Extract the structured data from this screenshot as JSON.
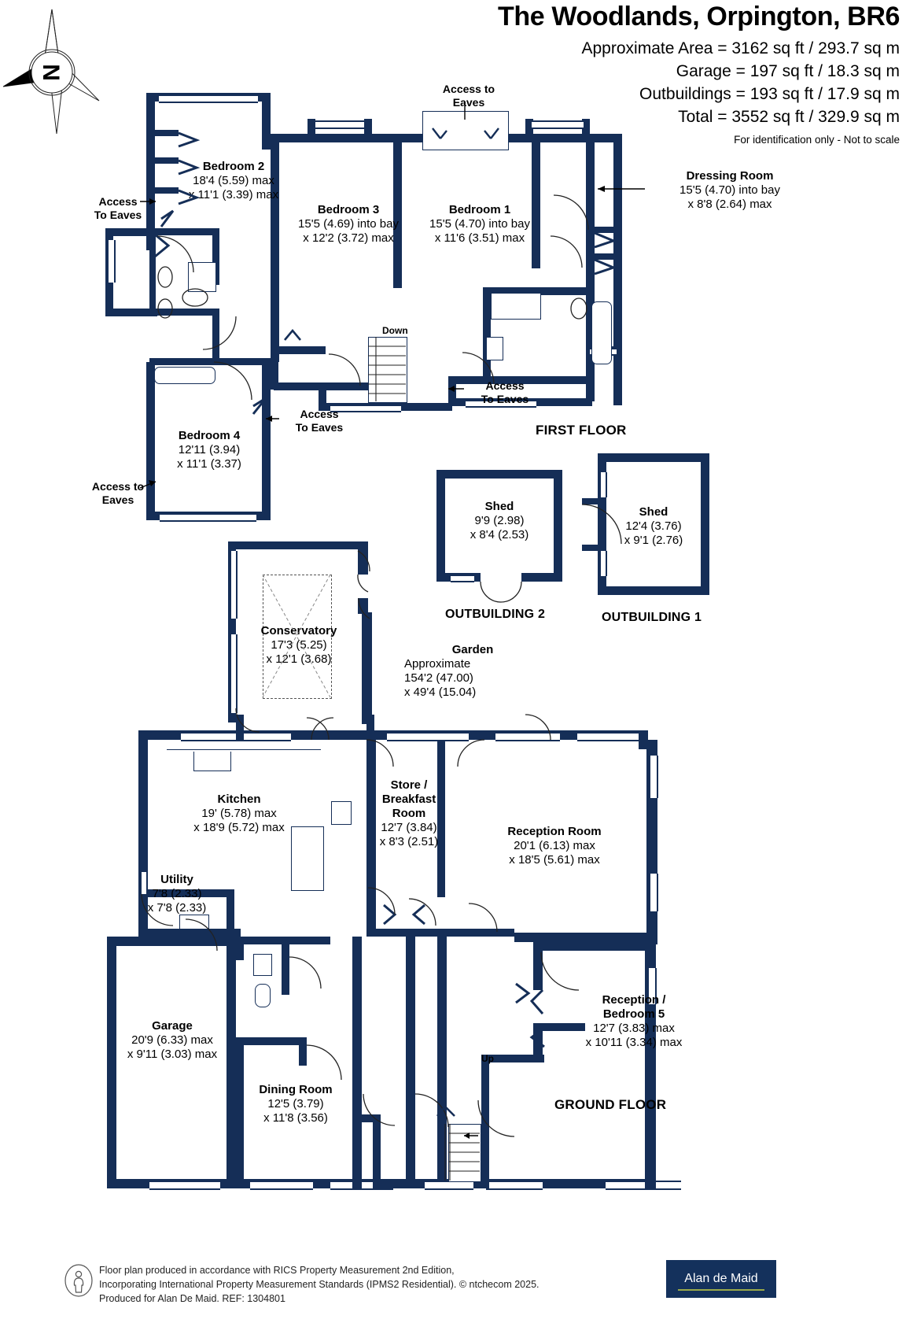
{
  "header": {
    "title": "The Woodlands, Orpington, BR6",
    "lines": [
      "Approximate Area = 3162 sq ft / 293.7 sq m",
      "Garage = 197 sq ft / 18.3 sq m",
      "Outbuildings = 193 sq ft / 17.9 sq m",
      "Total = 3552 sq ft / 329.9 sq m"
    ],
    "disclaimer": "For identification only - Not to scale"
  },
  "compass": {
    "label": "N",
    "name": "north-arrow"
  },
  "floors": {
    "first": "FIRST FLOOR",
    "ground": "GROUND FLOOR",
    "outbuilding1": "OUTBUILDING 1",
    "outbuilding2": "OUTBUILDING 2"
  },
  "rooms": {
    "bedroom2": {
      "name": "Bedroom 2",
      "d1": "18'4 (5.59) max",
      "d2": "x 11'1 (3.39) max"
    },
    "bedroom3": {
      "name": "Bedroom 3",
      "d1": "15'5 (4.69) into bay",
      "d2": "x 12'2 (3.72) max"
    },
    "bedroom1": {
      "name": "Bedroom 1",
      "d1": "15'5 (4.70) into bay",
      "d2": "x 11'6 (3.51) max"
    },
    "dressing": {
      "name": "Dressing Room",
      "d1": "15'5 (4.70) into bay",
      "d2": "x 8'8 (2.64) max"
    },
    "bedroom4": {
      "name": "Bedroom 4",
      "d1": "12'11 (3.94)",
      "d2": "x 11'1 (3.37)"
    },
    "shed2": {
      "name": "Shed",
      "d1": "9'9 (2.98)",
      "d2": "x 8'4 (2.53)"
    },
    "shed1": {
      "name": "Shed",
      "d1": "12'4 (3.76)",
      "d2": "x 9'1 (2.76)"
    },
    "conservatory": {
      "name": "Conservatory",
      "d1": "17'3 (5.25)",
      "d2": "x 12'1 (3.68)"
    },
    "garden": {
      "name": "Garden",
      "sub": "Approximate",
      "d1": "154'2 (47.00)",
      "d2": "x 49'4 (15.04)"
    },
    "kitchen": {
      "name": "Kitchen",
      "d1": "19' (5.78) max",
      "d2": "x 18'9 (5.72) max"
    },
    "store": {
      "name1": "Store /",
      "name2": "Breakfast",
      "name3": "Room",
      "d1": "12'7 (3.84)",
      "d2": "x 8'3 (2.51)"
    },
    "reception": {
      "name": "Reception Room",
      "d1": "20'1 (6.13) max",
      "d2": "x 18'5 (5.61) max"
    },
    "utility": {
      "name": "Utility",
      "d1": "7'8 (2.33)",
      "d2": "x 7'8 (2.33)"
    },
    "garage": {
      "name": "Garage",
      "d1": "20'9 (6.33) max",
      "d2": "x 9'11 (3.03) max"
    },
    "dining": {
      "name": "Dining Room",
      "d1": "12'5 (3.79)",
      "d2": "x 11'8 (3.56)"
    },
    "bedroom5": {
      "name1": "Reception /",
      "name2": "Bedroom 5",
      "d1": "12'7 (3.83) max",
      "d2": "x 10'11 (3.34) max"
    }
  },
  "annotations": {
    "access_eaves_top": "Access to\nEaves",
    "access_eaves_left1": "Access\nTo Eaves",
    "access_eaves_left2": "Access to\nEaves",
    "access_eaves_mid": "Access\nTo Eaves",
    "access_eaves_right": "Access\nTo Eaves",
    "down": "Down",
    "up": "Up"
  },
  "footer": {
    "line1": "Floor plan produced in accordance with RICS Property Measurement 2nd Edition,",
    "line2": "Incorporating International Property Measurement Standards (IPMS2 Residential).   © ntchecom 2025.",
    "line3": "Produced for Alan De Maid.   REF: 1304801",
    "brand": "Alan de Maid"
  },
  "colors": {
    "wall": "#152e57",
    "text": "#000000",
    "brand_bg": "#14315c",
    "brand_rule": "#9aa94a"
  }
}
